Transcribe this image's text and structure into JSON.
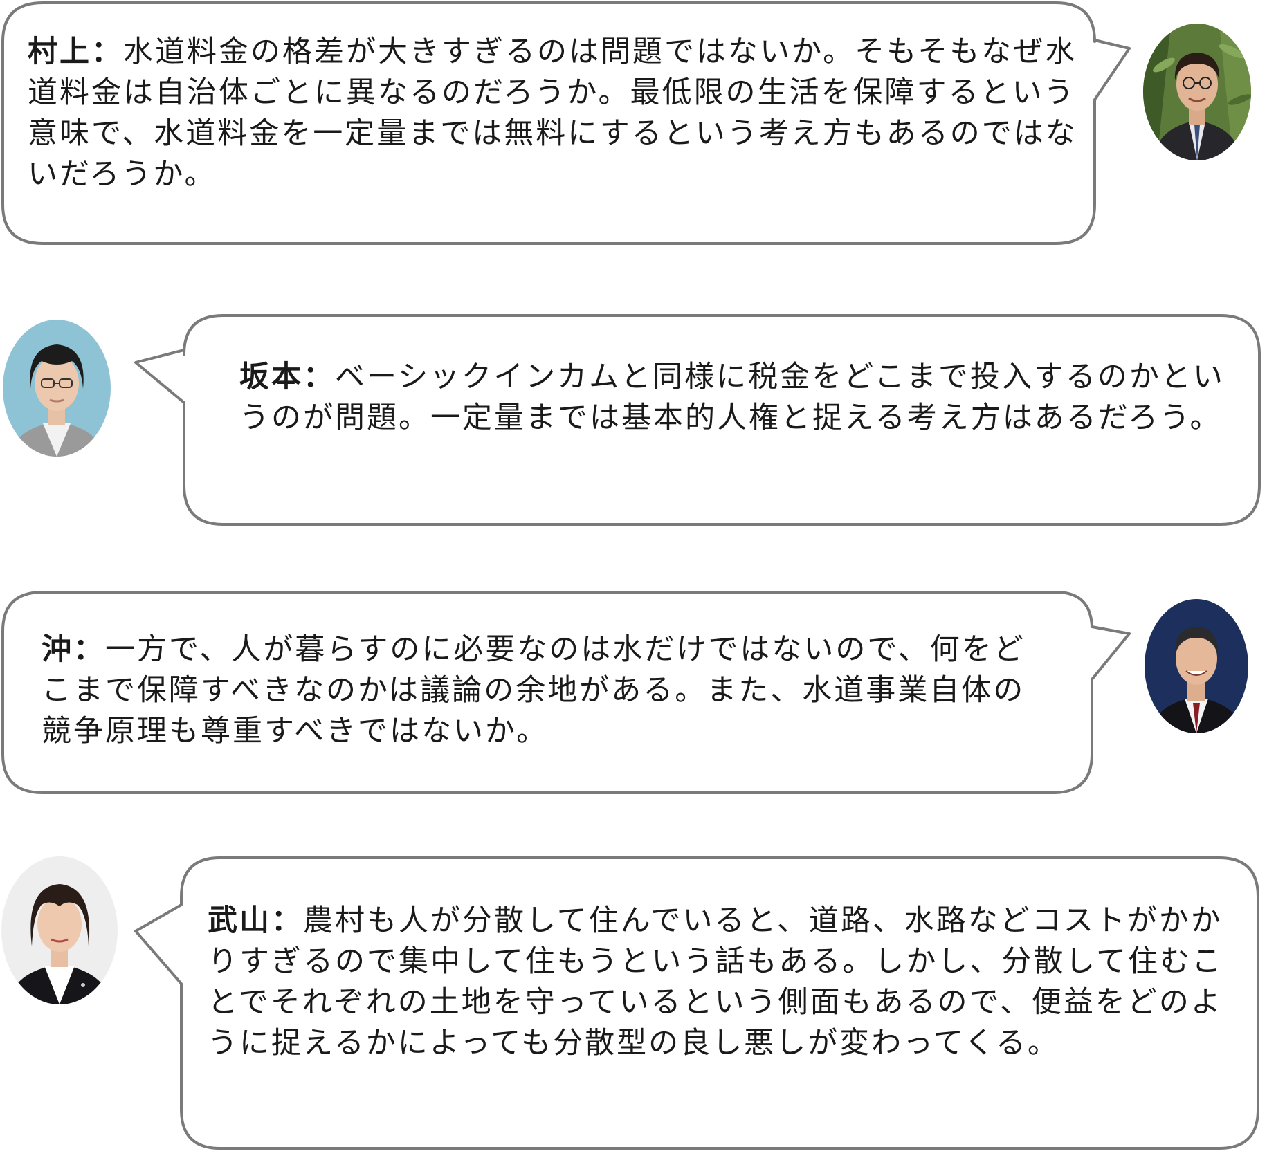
{
  "dialogue": [
    {
      "speaker": "村上",
      "text": "水道料金の格差が大きすぎるのは問題ではないか。そもそもなぜ水道料金は自治体ごとに異なるのだろうか。最低限の生活を保障するという意味で、水道料金を一定量までは無料にするという考え方もあるのではないだろうか。",
      "avatar_icon": "man-with-glasses-portrait-icon"
    },
    {
      "speaker": "坂本",
      "text": "ベーシックインカムと同様に税金をどこまで投入するのかというのが問題。一定量までは基本的人権と捉える考え方はあるだろう。",
      "avatar_icon": "woman-with-glasses-portrait-icon"
    },
    {
      "speaker": "沖",
      "text": "一方で、人が暮らすのに必要なのは水だけではないので、何をどこまで保障すべきなのかは議論の余地がある。また、水道事業自体の競争原理も尊重すべきではないか。",
      "avatar_icon": "man-in-suit-portrait-icon"
    },
    {
      "speaker": "武山",
      "text": "農村も人が分散して住んでいると、道路、水路などコストがかかりすぎるので集中して住もうという話もある。しかし、分散して住むことでそれぞれの土地を守っているという側面もあるので、便益をどのように捉えるかによっても分散型の良し悪しが変わってくる。",
      "avatar_icon": "woman-in-black-jacket-portrait-icon"
    }
  ],
  "separator": "："
}
